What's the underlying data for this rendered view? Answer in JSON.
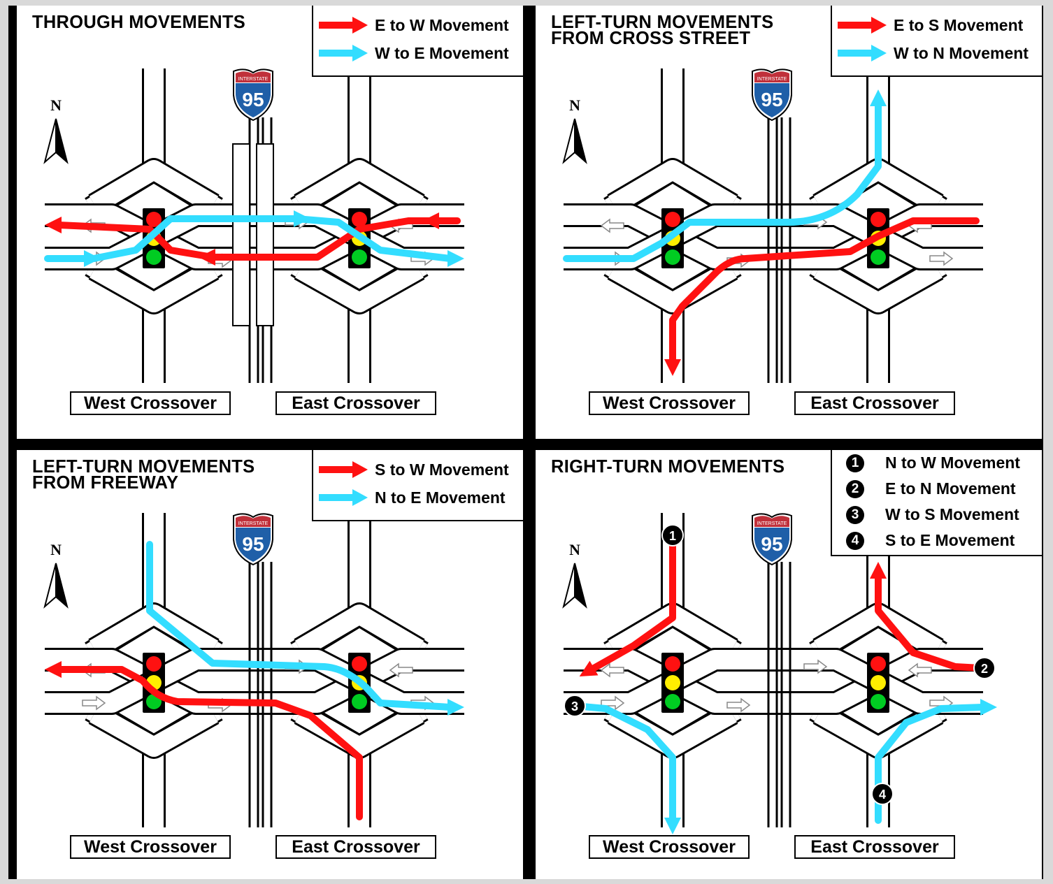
{
  "panels": [
    {
      "title": "THROUGH MOVEMENTS",
      "legend": [
        {
          "color": "#ff1111",
          "text": "E to W Movement"
        },
        {
          "color": "#33ddff",
          "text": "W to E Movement"
        }
      ],
      "west_label": "West Crossover",
      "east_label": "East Crossover",
      "shield": {
        "top": "INTERSTATE",
        "number": "95"
      }
    },
    {
      "title": "LEFT-TURN MOVEMENTS\nFROM CROSS STREET",
      "legend": [
        {
          "color": "#ff1111",
          "text": "E to S Movement"
        },
        {
          "color": "#33ddff",
          "text": "W to N Movement"
        }
      ],
      "west_label": "West Crossover",
      "east_label": "East Crossover",
      "shield": {
        "top": "INTERSTATE",
        "number": "95"
      }
    },
    {
      "title": "LEFT-TURN MOVEMENTS\nFROM FREEWAY",
      "legend": [
        {
          "color": "#ff1111",
          "text": "S to W Movement"
        },
        {
          "color": "#33ddff",
          "text": "N to E Movement"
        }
      ],
      "west_label": "West Crossover",
      "east_label": "East Crossover",
      "shield": {
        "top": "INTERSTATE",
        "number": "95"
      }
    },
    {
      "title": "RIGHT-TURN MOVEMENTS",
      "legend_numbered": [
        {
          "num": "1",
          "text": "N to W Movement"
        },
        {
          "num": "2",
          "text": "E to N Movement"
        },
        {
          "num": "3",
          "text": "W to S Movement"
        },
        {
          "num": "4",
          "text": "S to E Movement"
        }
      ],
      "west_label": "West Crossover",
      "east_label": "East Crossover",
      "shield": {
        "top": "INTERSTATE",
        "number": "95"
      }
    }
  ],
  "north_label": "N",
  "colors": {
    "red": "#ff1111",
    "cyan": "#33ddff",
    "shield_blue": "#1f5fa8",
    "shield_red": "#c0303a"
  }
}
